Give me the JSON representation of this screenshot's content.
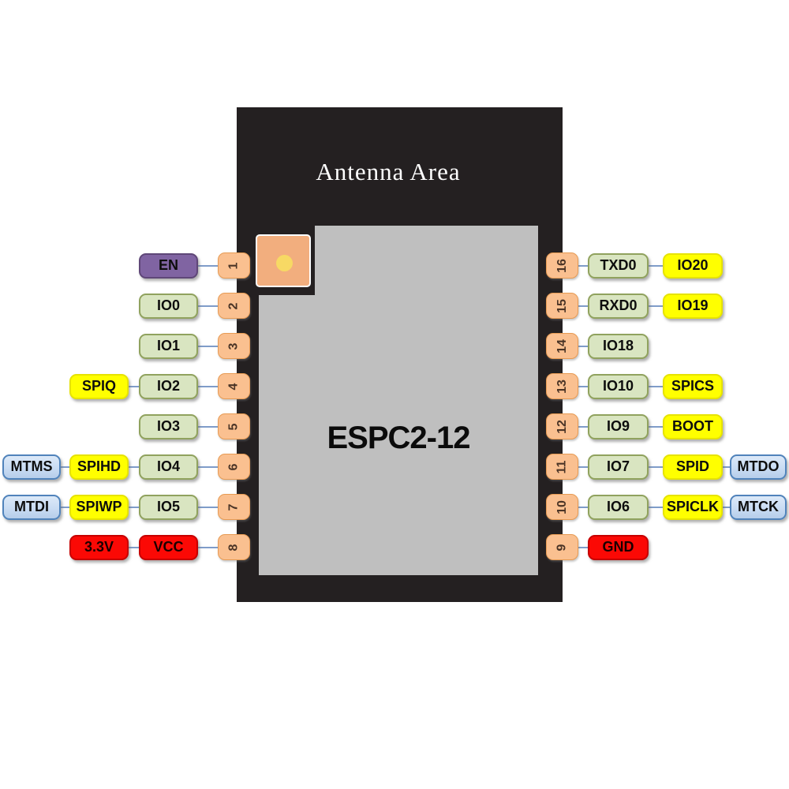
{
  "module": {
    "antenna_label": "Antenna Area",
    "chip_label": "ESPC2-12"
  },
  "palette": {
    "module_body": "#242021",
    "inner_plate": "#BFBFBF",
    "pin_pad": "#FAC090",
    "connector_line": "#7F9CC9",
    "enable_purple": "#8064A2",
    "gpio_green": "#D9E5C1",
    "alt_function_yellow": "#FFFF00",
    "jtag_blue": "#C9DCF3",
    "power_red": "#FB0905",
    "pin1_indicator": "#F2AE7E",
    "pin1_indicator_dot": "#F7D964"
  },
  "left_pins": [
    {
      "pin": "1",
      "labels": [
        {
          "text": "EN",
          "type": "purple"
        }
      ]
    },
    {
      "pin": "2",
      "labels": [
        {
          "text": "IO0",
          "type": "green"
        }
      ]
    },
    {
      "pin": "3",
      "labels": [
        {
          "text": "IO1",
          "type": "green"
        }
      ]
    },
    {
      "pin": "4",
      "labels": [
        {
          "text": "IO2",
          "type": "green"
        },
        {
          "text": "SPIQ",
          "type": "yellow"
        }
      ]
    },
    {
      "pin": "5",
      "labels": [
        {
          "text": "IO3",
          "type": "green"
        }
      ]
    },
    {
      "pin": "6",
      "labels": [
        {
          "text": "IO4",
          "type": "green"
        },
        {
          "text": "SPIHD",
          "type": "yellow"
        },
        {
          "text": "MTMS",
          "type": "blue"
        }
      ]
    },
    {
      "pin": "7",
      "labels": [
        {
          "text": "IO5",
          "type": "green"
        },
        {
          "text": "SPIWP",
          "type": "yellow"
        },
        {
          "text": "MTDI",
          "type": "blue"
        }
      ]
    },
    {
      "pin": "8",
      "labels": [
        {
          "text": "VCC",
          "type": "red"
        },
        {
          "text": "3.3V",
          "type": "red"
        }
      ]
    }
  ],
  "right_pins": [
    {
      "pin": "16",
      "labels": [
        {
          "text": "TXD0",
          "type": "green"
        },
        {
          "text": "IO20",
          "type": "yellow"
        }
      ]
    },
    {
      "pin": "15",
      "labels": [
        {
          "text": "RXD0",
          "type": "green"
        },
        {
          "text": "IO19",
          "type": "yellow"
        }
      ]
    },
    {
      "pin": "14",
      "labels": [
        {
          "text": "IO18",
          "type": "green"
        }
      ]
    },
    {
      "pin": "13",
      "labels": [
        {
          "text": "IO10",
          "type": "green"
        },
        {
          "text": "SPICS",
          "type": "yellow"
        }
      ]
    },
    {
      "pin": "12",
      "labels": [
        {
          "text": "IO9",
          "type": "green"
        },
        {
          "text": "BOOT",
          "type": "yellow"
        }
      ]
    },
    {
      "pin": "11",
      "labels": [
        {
          "text": "IO7",
          "type": "green"
        },
        {
          "text": "SPID",
          "type": "yellow"
        },
        {
          "text": "MTDO",
          "type": "blue"
        }
      ]
    },
    {
      "pin": "10",
      "labels": [
        {
          "text": "IO6",
          "type": "green"
        },
        {
          "text": "SPICLK",
          "type": "yellow"
        },
        {
          "text": "MTCK",
          "type": "blue"
        }
      ]
    },
    {
      "pin": "9",
      "labels": [
        {
          "text": "GND",
          "type": "red"
        }
      ]
    }
  ]
}
